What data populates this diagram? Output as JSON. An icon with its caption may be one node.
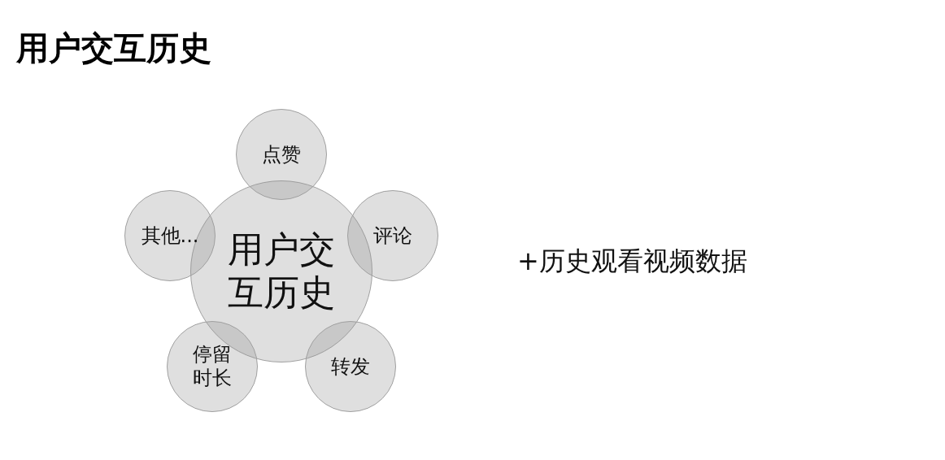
{
  "diagram": {
    "title": "用户交互历史",
    "nodes": [
      {
        "text": [
          "用户交互历史"
        ]
      },
      {
        "text": [
          "点赞"
        ]
      },
      {
        "text": [
          "评论"
        ]
      },
      {
        "text": [
          "转发"
        ]
      },
      {
        "text": [
          "停留时长"
        ]
      },
      {
        "text": [
          "其他..."
        ]
      }
    ],
    "labels": [
      "+历史观看视频数据"
    ]
  }
}
